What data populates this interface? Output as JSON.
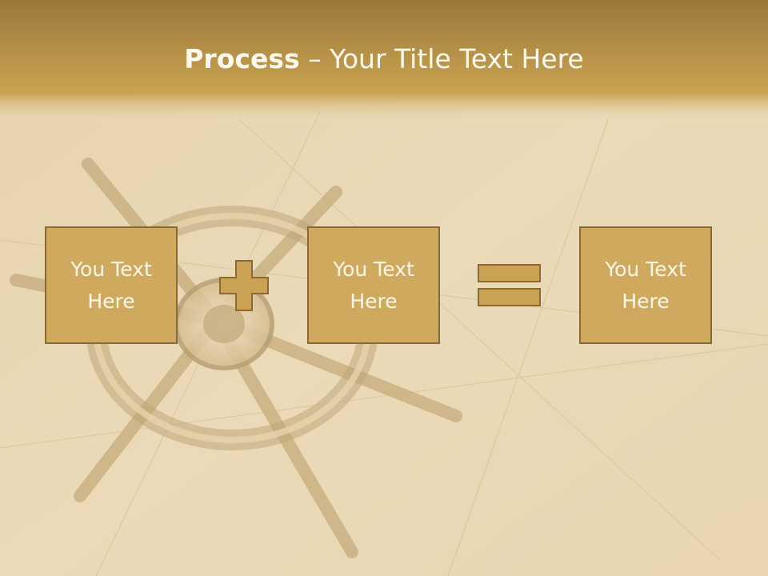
{
  "slide": {
    "title_bold": "Process",
    "title_separator": " – ",
    "title_rest": "Your Title Text Here"
  },
  "boxes": [
    {
      "label": "You Text Here"
    },
    {
      "label": "You Text Here"
    },
    {
      "label": "You Text Here"
    }
  ],
  "operators": {
    "first": "plus-icon",
    "second": "equals-icon"
  },
  "colors": {
    "title_band": "#b68f3f",
    "box_fill": "#cfa95d",
    "box_border": "#8a6a32",
    "operator_fill": "#c9a254",
    "text": "#fff8ea"
  }
}
